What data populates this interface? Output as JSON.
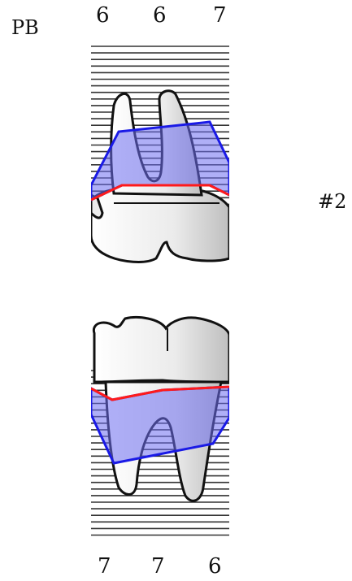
{
  "label": "PB",
  "tooth_number": "#2",
  "upper_readings": [
    "6",
    "6",
    "7"
  ],
  "lower_readings": [
    "7",
    "7",
    "6"
  ],
  "colors": {
    "pocket_fill": "#6e6ef0",
    "pocket_outline": "#1a1ae6",
    "gingival_margin": "#ff1a1a",
    "grid_line": "#333333",
    "tooth_fill": "#ececec",
    "tooth_outline": "#111111"
  }
}
